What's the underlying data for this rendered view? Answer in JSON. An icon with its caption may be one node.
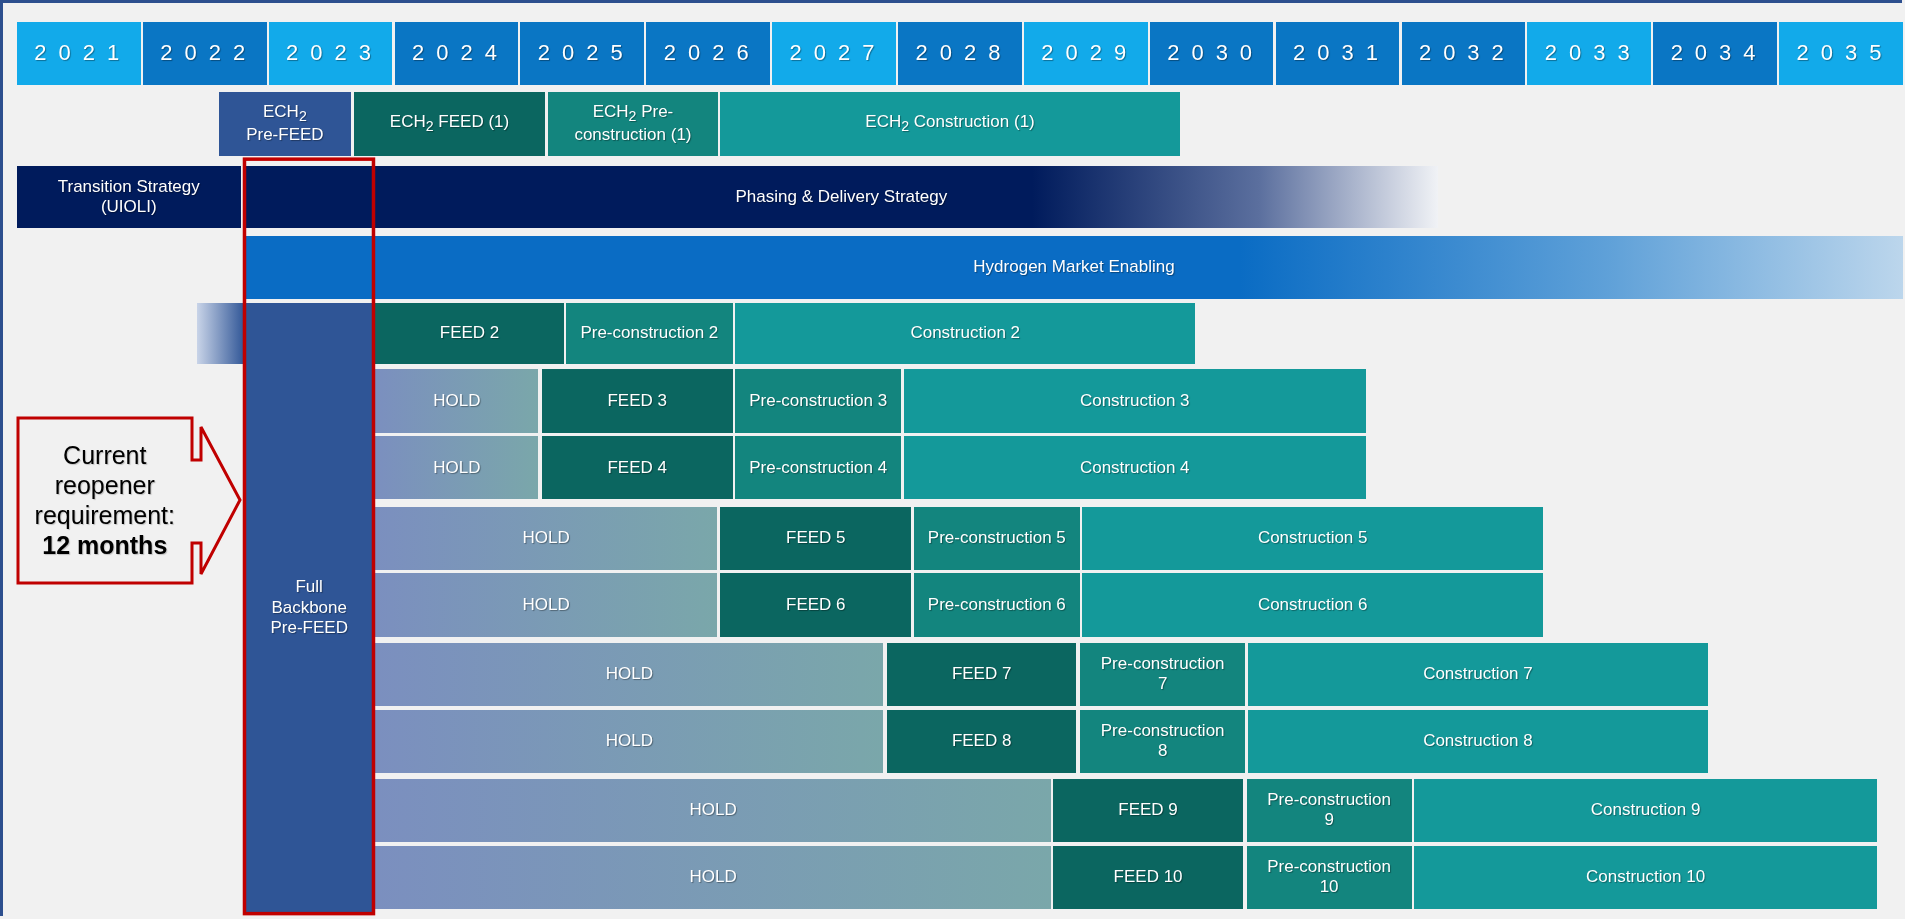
{
  "diagram": {
    "nodes": [
      {
        "text": [
          "2021"
        ]
      },
      {
        "text": [
          "2022"
        ]
      },
      {
        "text": [
          "2023"
        ]
      },
      {
        "text": [
          "2024"
        ]
      },
      {
        "text": [
          "2025"
        ]
      },
      {
        "text": [
          "2026"
        ]
      },
      {
        "text": [
          "2027"
        ]
      },
      {
        "text": [
          "2028"
        ]
      },
      {
        "text": [
          "2029"
        ]
      },
      {
        "text": [
          "2030"
        ]
      },
      {
        "text": [
          "2031"
        ]
      },
      {
        "text": [
          "2032"
        ]
      },
      {
        "text": [
          "2033"
        ]
      },
      {
        "text": [
          "2034"
        ]
      },
      {
        "text": [
          "2035"
        ]
      },
      {
        "text": [
          "ECH$_{2}$ Pre-FEED"
        ]
      },
      {
        "text": [
          "ECH$_{2}$ FEED (1)"
        ]
      },
      {
        "text": [
          "ECH$_{2}$ Pre-construction (1)"
        ]
      },
      {
        "text": [
          "ECH$_{2}$ Construction (1)"
        ]
      },
      {
        "text": [
          "Transition Strategy (UIOLI)"
        ]
      },
      {
        "text": [
          "Phasing & Delivery Strategy"
        ]
      },
      {
        "text": [
          "Hydrogen Market Enabling"
        ]
      },
      {
        "text": [],
        "shape": "bar"
      },
      {
        "text": [
          "Full Backbone Pre-FEED"
        ]
      },
      {
        "text": [
          "Current reopener requirement: **12 months**"
        ]
      },
      {
        "text": [
          "FEED 2"
        ]
      },
      {
        "text": [
          "Pre-construction 2"
        ]
      },
      {
        "text": [
          "Construction 2"
        ]
      },
      {
        "text": [
          "HOLD"
        ]
      },
      {
        "text": [
          "FEED 3"
        ]
      },
      {
        "text": [
          "Pre-construction 3"
        ]
      },
      {
        "text": [
          "Construction 3"
        ]
      },
      {
        "text": [
          "HOLD"
        ]
      },
      {
        "text": [
          "FEED 4"
        ]
      },
      {
        "text": [
          "Pre-construction 4"
        ]
      },
      {
        "text": [
          "Construction 4"
        ]
      },
      {
        "text": [
          "HOLD"
        ]
      },
      {
        "text": [
          "FEED 5"
        ]
      },
      {
        "text": [
          "Pre-construction 5"
        ]
      },
      {
        "text": [
          "Construction 5"
        ]
      },
      {
        "text": [
          "HOLD"
        ]
      },
      {
        "text": [
          "FEED 6"
        ]
      },
      {
        "text": [
          "Pre-construction 6"
        ]
      },
      {
        "text": [
          "Construction 6"
        ]
      },
      {
        "text": [
          "HOLD"
        ]
      },
      {
        "text": [
          "FEED 7"
        ]
      },
      {
        "text": [
          "Pre-construction 7"
        ]
      },
      {
        "text": [
          "Construction 7"
        ]
      },
      {
        "text": [
          "HOLD"
        ]
      },
      {
        "text": [
          "FEED 8"
        ]
      },
      {
        "text": [
          "Pre-construction 8"
        ]
      },
      {
        "text": [
          "Construction 8"
        ]
      },
      {
        "text": [
          "HOLD"
        ]
      },
      {
        "text": [
          "FEED 9"
        ]
      },
      {
        "text": [
          "Pre-construction 9"
        ]
      },
      {
        "text": [
          "Construction 9"
        ]
      },
      {
        "text": [
          "HOLD"
        ]
      },
      {
        "text": [
          "FEED 10"
        ]
      },
      {
        "text": [
          "Pre-construction 10"
        ]
      },
      {
        "text": [
          "Construction 10"
        ]
      }
    ]
  }
}
